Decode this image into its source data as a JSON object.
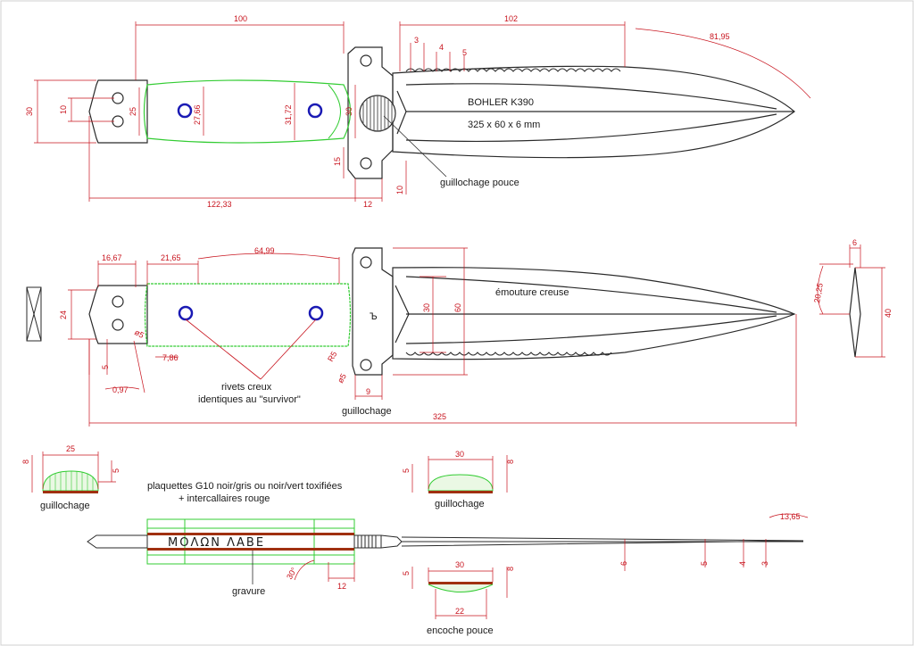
{
  "labels": {
    "steel": "BOHLER K390",
    "size": "325 x 60 x 6 mm",
    "guillochage_pouce": "guillochage pouce",
    "emouture": "émouture creuse",
    "rivets_line1": "rivets creux",
    "rivets_line2": "identiques au \"survivor\"",
    "guillochage": "guillochage",
    "plaquettes_line1": "plaquettes G10 noir/gris ou noir/vert toxifiées",
    "plaquettes_line2": "+ intercallaires rouge",
    "guillochage_left": "guillochage",
    "guillochage_right": "guillochage",
    "gravure": "gravure",
    "encoche_pouce": "encoche pouce",
    "engraving": "ΜΟΛΩΝ ΛΑΒΕ",
    "logo_glyph": "Ъ"
  },
  "dims": {
    "top_handle_length": "100",
    "top_blade_length": "102",
    "tip_radius_top": "81,95",
    "serr_3": "3",
    "serr_4": "4",
    "serr_5": "5",
    "height_30_left": "30",
    "hole_10": "10",
    "pommel_25": "25",
    "grip_27_66": "27,66",
    "grip_31_72": "31,72",
    "guard_30": "30",
    "guard_15": "15",
    "guard_10": "10",
    "total_122_33": "122,33",
    "guard_12": "12",
    "mid_16_67": "16,67",
    "mid_21_65": "21,65",
    "mid_64_99": "64,99",
    "mid_24": "24",
    "hole_o5": "ø5",
    "mid_7_86": "7,86",
    "mid_5": "5",
    "mid_0_97": "0,97",
    "mid_r5": "R5",
    "mid_o5b": "ø5",
    "mid_9": "9",
    "blade_30": "30",
    "blade_60": "60",
    "total_325": "325",
    "sec_6": "6",
    "sec_20_25": "20,25",
    "sec_40": "40",
    "gl_8": "8",
    "gl_25": "25",
    "gl_5": "5",
    "gr_30": "30",
    "gr_5": "5",
    "gr_8": "8",
    "bot_30deg": "30°",
    "bot_12": "12",
    "bot_6": "6",
    "bot_5": "5",
    "bot_4": "4",
    "bot_3": "3",
    "bot_13_65": "13,65",
    "enc_30": "30",
    "enc_5": "5",
    "enc_8": "8",
    "enc_22": "22"
  },
  "colors": {
    "outline": "#2a2a2a",
    "dimension": "#c8141e",
    "grip_outline": "#33cc33",
    "rivet": "#1a1ab4",
    "liner": "#a03010"
  }
}
